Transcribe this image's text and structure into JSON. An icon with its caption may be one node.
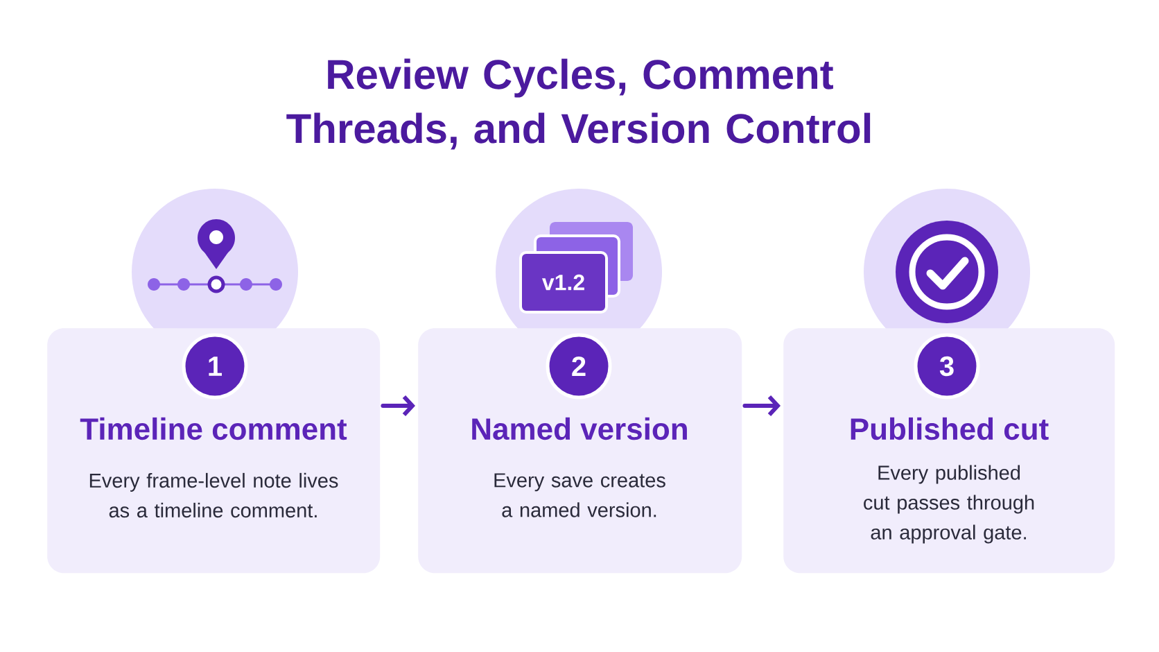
{
  "diagram": {
    "title": "Review Cycles, Comment Threads, and Version Control",
    "nodes": [
      {
        "text": [
          "1",
          "Timeline comment",
          "Every frame-level note lives as a timeline comment."
        ]
      },
      {
        "text": [
          "2",
          "Named version",
          "Every save creates a named version."
        ]
      },
      {
        "text": [
          "3",
          "Published cut",
          "Every published cut passes through an approval gate."
        ]
      }
    ],
    "edges": [
      {
        "from": 0,
        "to": 1,
        "arrow": "to"
      },
      {
        "from": 1,
        "to": 2,
        "arrow": "to"
      }
    ],
    "labels": [
      "v1.2"
    ]
  }
}
